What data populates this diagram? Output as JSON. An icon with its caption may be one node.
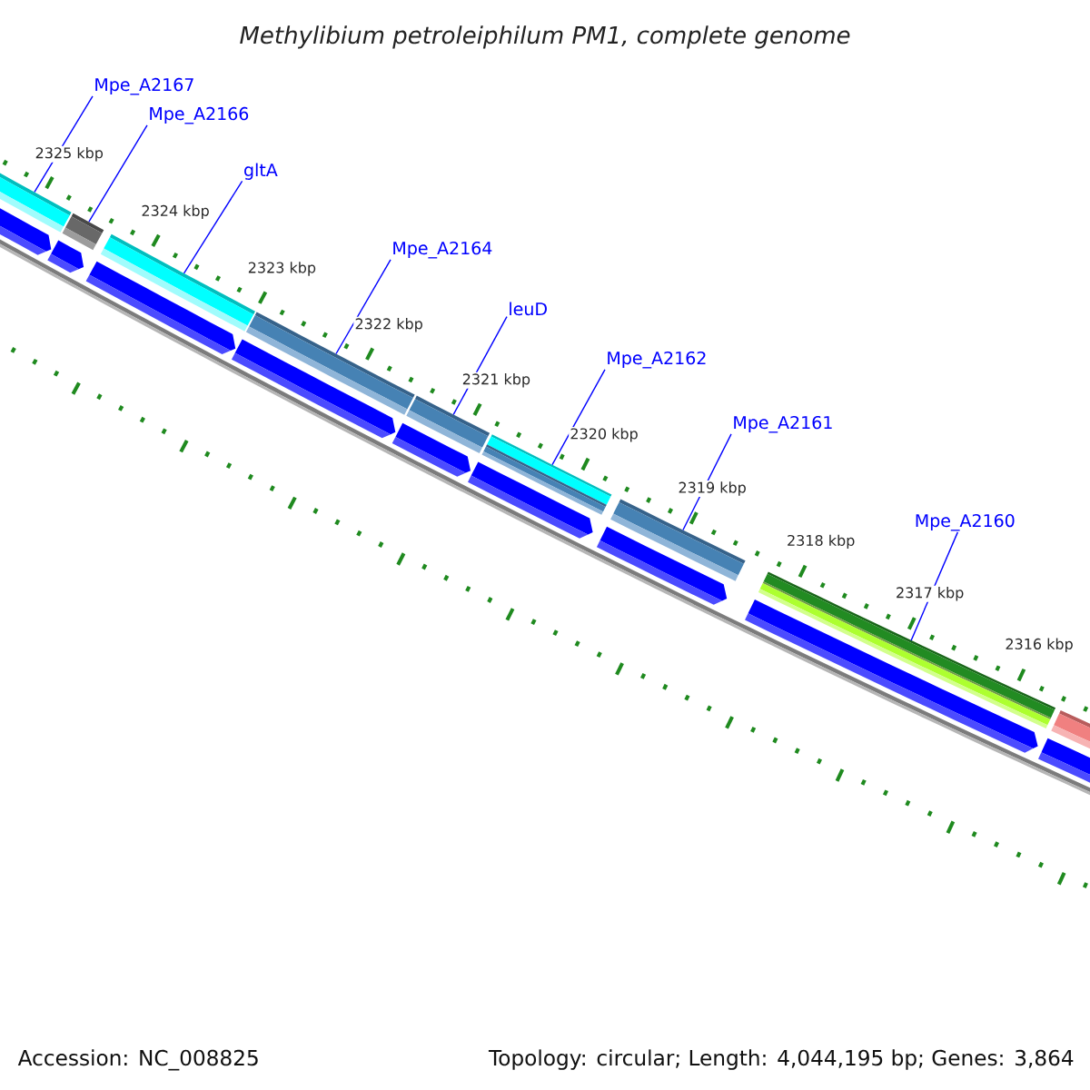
{
  "diagram": {
    "title": "Methylibium petroleiphilum PM1, complete genome",
    "nodes": [
      {
        "text": [
          "Mpe_A2167"
        ]
      },
      {
        "text": [
          "Mpe_A2166"
        ]
      },
      {
        "text": [
          "gltA"
        ]
      },
      {
        "text": [
          "Mpe_A2164"
        ]
      },
      {
        "text": [
          "leuD"
        ]
      },
      {
        "text": [
          "Mpe_A2162"
        ]
      },
      {
        "text": [
          "Mpe_A2161"
        ]
      },
      {
        "text": [
          "Mpe_A2160"
        ]
      },
      {
        "text": [],
        "shape": "bar"
      },
      {
        "text": [],
        "shape": "bar"
      },
      {
        "text": [],
        "shape": "bar"
      },
      {
        "text": [],
        "shape": "bar"
      },
      {
        "text": [],
        "shape": "bar"
      },
      {
        "text": [],
        "shape": "bar"
      },
      {
        "text": [],
        "shape": "bar"
      },
      {
        "text": [],
        "shape": "bar"
      },
      {
        "text": [],
        "shape": "bar"
      },
      {
        "text": [],
        "shape": "arrow"
      },
      {
        "text": [],
        "shape": "arrow"
      },
      {
        "text": [],
        "shape": "arrow"
      },
      {
        "text": [],
        "shape": "arrow"
      },
      {
        "text": [],
        "shape": "arrow"
      },
      {
        "text": [],
        "shape": "arrow"
      },
      {
        "text": [],
        "shape": "arrow"
      },
      {
        "text": [],
        "shape": "arrow"
      },
      {
        "text": [],
        "shape": "arrow"
      }
    ],
    "edges": [
      {
        "from": 0,
        "to": 8,
        "arrow": "none"
      },
      {
        "from": 1,
        "to": 9,
        "arrow": "none"
      },
      {
        "from": 2,
        "to": 10,
        "arrow": "none"
      },
      {
        "from": 3,
        "to": 11,
        "arrow": "none"
      },
      {
        "from": 4,
        "to": 12,
        "arrow": "none"
      },
      {
        "from": 5,
        "to": 13,
        "arrow": "none"
      },
      {
        "from": 6,
        "to": 14,
        "arrow": "none"
      },
      {
        "from": 7,
        "to": 15,
        "arrow": "none"
      }
    ],
    "labels": [
      "2325 kbp",
      "2324 kbp",
      "2323 kbp",
      "2322 kbp",
      "2321 kbp",
      "2320 kbp",
      "2319 kbp",
      "2318 kbp",
      "2317 kbp",
      "2316 kbp",
      "Accession: NC_008825",
      "Topology: circular; Length: 4,044,195 bp; Genes: 3,864"
    ]
  }
}
